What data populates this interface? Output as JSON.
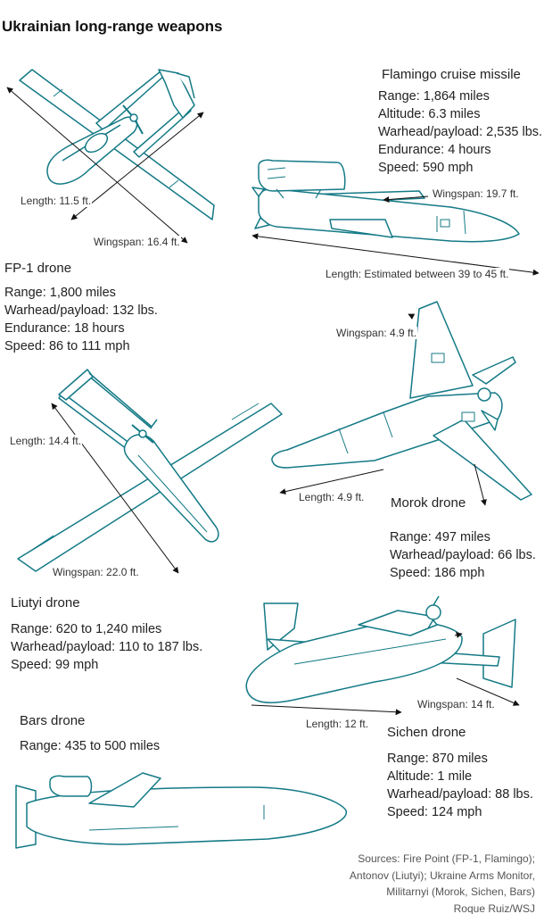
{
  "title": "Ukrainian long-range weapons",
  "colors": {
    "outline": "#147a86",
    "fill": "#ffffff",
    "arrow": "#111111"
  },
  "fp1": {
    "name": "FP-1 drone",
    "length": "Length: 11.5 ft.",
    "wingspan": "Wingspan: 16.4 ft.",
    "specs": [
      "Range: 1,800 miles",
      "Warhead/payload: 132 lbs.",
      "Endurance: 18 hours",
      "Speed: 86 to 111 mph"
    ]
  },
  "flamingo": {
    "name": "Flamingo cruise missile",
    "specs": [
      "Range: 1,864 miles",
      "Altitude: 6.3 miles",
      "Warhead/payload: 2,535 lbs.",
      "Endurance: 4 hours",
      "Speed: 590 mph"
    ],
    "wingspan": "Wingspan: 19.7 ft.",
    "length": "Length: Estimated between 39 to 45 ft."
  },
  "liutyi": {
    "name": "Liutyi drone",
    "length": "Length: 14.4 ft.",
    "wingspan": "Wingspan: 22.0 ft.",
    "specs": [
      "Range: 620 to 1,240 miles",
      "Warhead/payload: 110 to 187 lbs.",
      "Speed: 99 mph"
    ]
  },
  "morok": {
    "name": "Morok drone",
    "wingspan": "Wingspan: 4.9 ft.",
    "length": "Length: 4.9 ft.",
    "specs": [
      "Range: 497 miles",
      "Warhead/payload: 66 lbs.",
      "Speed: 186 mph"
    ]
  },
  "sichen": {
    "name": "Sichen drone",
    "wingspan": "Wingspan: 14 ft.",
    "length": "Length: 12 ft.",
    "specs": [
      "Range: 870 miles",
      "Altitude: 1 mile",
      "Warhead/payload: 88 lbs.",
      "Speed: 124 mph"
    ]
  },
  "bars": {
    "name": "Bars drone",
    "specs": [
      "Range: 435 to 500 miles"
    ]
  },
  "sources": [
    "Sources: Fire Point (FP-1, Flamingo);",
    "Antonov (Liutyi); Ukraine Arms Monitor,",
    "Militarnyi (Morok, Sichen, Bars)",
    "Roque Ruiz/WSJ"
  ]
}
